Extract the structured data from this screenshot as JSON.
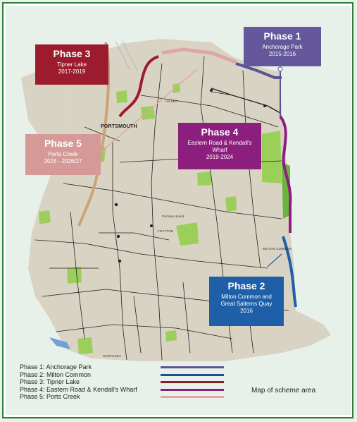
{
  "phases": [
    {
      "id": "phase-1",
      "title": "Phase 1",
      "name": "Anchorage Park",
      "dates": "2015-2016",
      "color": "#64579b"
    },
    {
      "id": "phase-2",
      "title": "Phase 2",
      "name": "Milton Common and Great Salterns Quay",
      "dates": "2016",
      "color": "#1f5fa8"
    },
    {
      "id": "phase-3",
      "title": "Phase 3",
      "name": "Tipner Lake",
      "dates": "2017-2019",
      "color": "#9c1c2e"
    },
    {
      "id": "phase-4",
      "title": "Phase 4",
      "name": "Eastern Road & Kendall's Wharf",
      "dates": "2019-2024",
      "color": "#8c1f7e"
    },
    {
      "id": "phase-5",
      "title": "Phase 5",
      "name": "Ports Creek",
      "dates": "2024 - 2026/27",
      "color": "#d59a98"
    }
  ],
  "legend": [
    {
      "label": "Phase 1: Anchorage Park",
      "color": "#5a5396"
    },
    {
      "label": "Phase 2: Milton Common",
      "color": "#1f4e8f"
    },
    {
      "label": "Phase 3: Tipner Lake",
      "color": "#8a1c2c"
    },
    {
      "label": "Phase 4: Eastern Road & Kendall's Wharf",
      "color": "#8c1f7e"
    },
    {
      "label": "Phase 5: Ports Creek",
      "color": "#e0a6a4"
    }
  ],
  "caption": "Map of scheme area",
  "map_labels": {
    "portsmouth": "PORTSMOUTH",
    "hilsea": "HILSEA",
    "portsea_island": "Portsea Island",
    "fratton": "FRATTON",
    "milton_common": "MILTON COMMON",
    "southsea": "SOUTHSEA"
  },
  "colors": {
    "land": "#d9d3c3",
    "water": "#e7f1e9",
    "parks": "#9bcf5a",
    "roads": "#222222",
    "border": "#2f7d3a"
  }
}
